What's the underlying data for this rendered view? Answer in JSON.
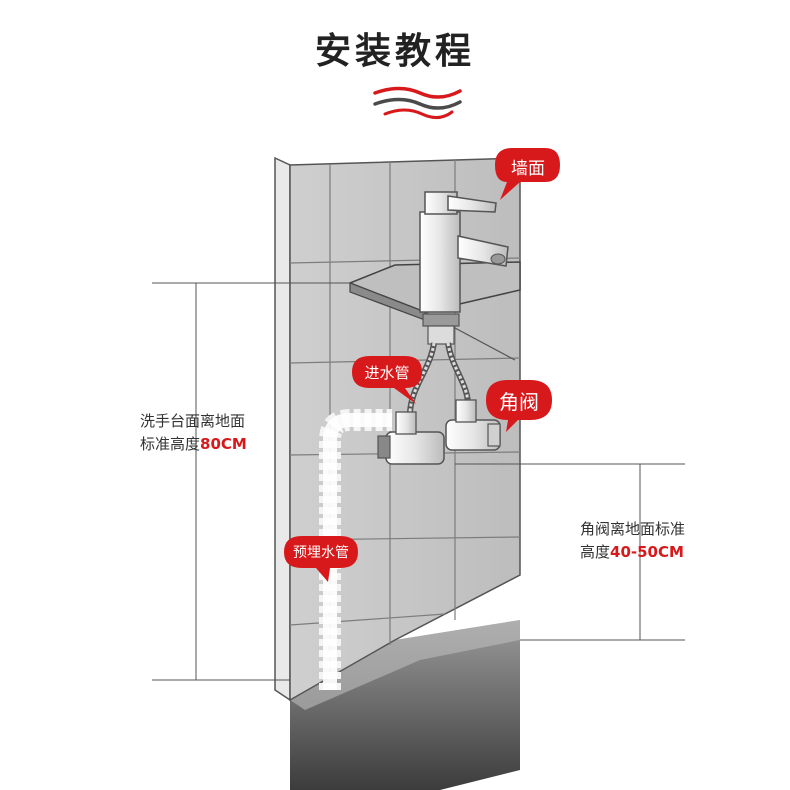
{
  "title": "安装教程",
  "colors": {
    "accent": "#d8191b",
    "wave_dark": "#4a4a4a"
  },
  "labels": {
    "wall": "墙面",
    "inlet_pipe": "进水管",
    "angle_valve": "角阀",
    "embedded_pipe": "预埋水管"
  },
  "dimensions": {
    "basin": {
      "line1": "洗手台面离地面",
      "line2_prefix": "标准高度",
      "value": "80CM"
    },
    "valve": {
      "line1": "角阀离地面标准",
      "line2_prefix": "高度",
      "value": "40-50CM"
    }
  }
}
